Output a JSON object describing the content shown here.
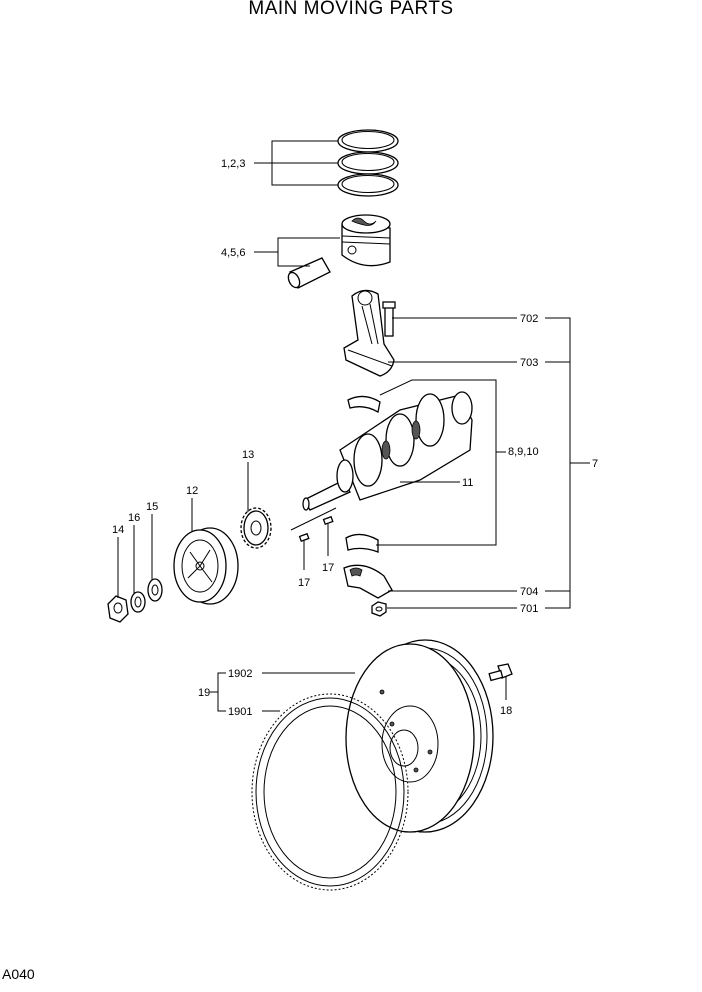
{
  "title": "MAIN MOVING PARTS",
  "page_code": "A040",
  "callouts": {
    "piston_rings": "1,2,3",
    "piston": "4,5,6",
    "rod_bolt": "702",
    "connecting_rod": "703",
    "bearings": "8,9,10",
    "assembly": "7",
    "crankshaft": "11",
    "pulley": "12",
    "gear": "13",
    "nut": "14",
    "washer": "15",
    "lock_washer": "16",
    "key_left": "17",
    "key_right": "17",
    "rod_cap": "704",
    "rod_nut": "701",
    "flywheel": "1902",
    "flywheel_assy": "19",
    "ring_gear": "1901",
    "flywheel_bolt": "18"
  }
}
